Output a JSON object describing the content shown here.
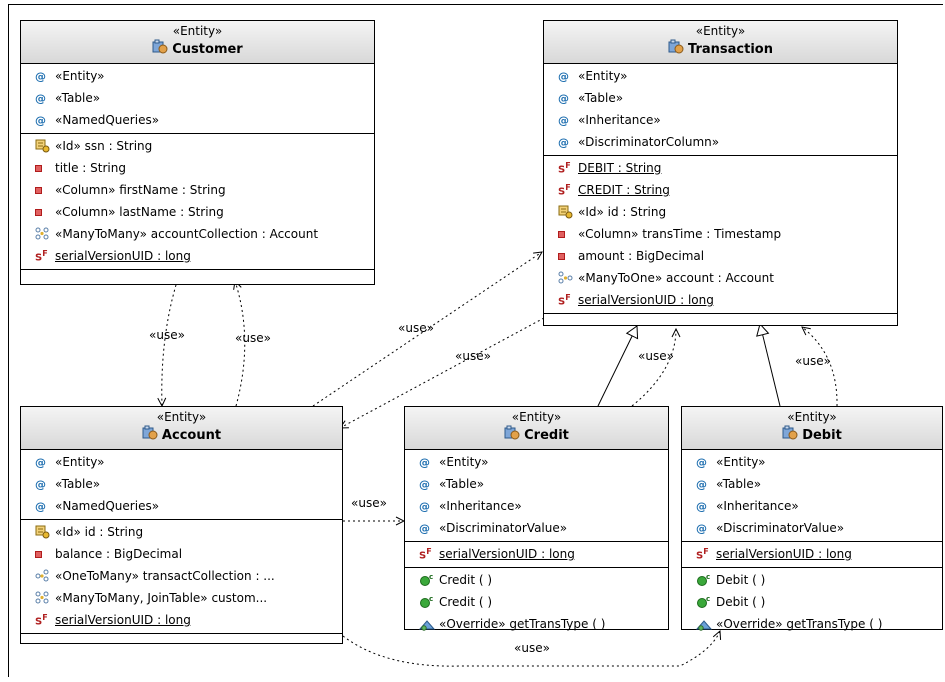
{
  "stereotype": "«Entity»",
  "classes": {
    "customer": {
      "name": "Customer",
      "annotations": [
        "«Entity»",
        "«Table»",
        "«NamedQueries»"
      ],
      "attributes": [
        {
          "icon": "id-key-icon",
          "text": "«Id» ssn : String",
          "underline": false
        },
        {
          "icon": "private-field-icon",
          "text": "title : String",
          "underline": false
        },
        {
          "icon": "private-field-icon",
          "text": "«Column» firstName : String",
          "underline": false
        },
        {
          "icon": "private-field-icon",
          "text": "«Column» lastName : String",
          "underline": false
        },
        {
          "icon": "many-to-many-icon",
          "text": "«ManyToMany» accountCollection : Account",
          "underline": false
        },
        {
          "icon": "static-final-icon",
          "text": "serialVersionUID : long",
          "underline": true
        }
      ],
      "operations": []
    },
    "transaction": {
      "name": "Transaction",
      "annotations": [
        "«Entity»",
        "«Table»",
        "«Inheritance»",
        "«DiscriminatorColumn»"
      ],
      "attributes": [
        {
          "icon": "static-final-icon",
          "text": "DEBIT : String",
          "underline": true
        },
        {
          "icon": "static-final-icon",
          "text": "CREDIT : String",
          "underline": true
        },
        {
          "icon": "id-key-icon",
          "text": "«Id» id : String",
          "underline": false
        },
        {
          "icon": "private-field-icon",
          "text": "«Column» transTime : Timestamp",
          "underline": false
        },
        {
          "icon": "private-field-icon",
          "text": "amount : BigDecimal",
          "underline": false
        },
        {
          "icon": "many-to-one-icon",
          "text": "«ManyToOne» account : Account",
          "underline": false
        },
        {
          "icon": "static-final-icon",
          "text": "serialVersionUID : long",
          "underline": true
        }
      ],
      "operations": []
    },
    "account": {
      "name": "Account",
      "annotations": [
        "«Entity»",
        "«Table»",
        "«NamedQueries»"
      ],
      "attributes": [
        {
          "icon": "id-key-icon",
          "text": "«Id» id : String",
          "underline": false
        },
        {
          "icon": "private-field-icon",
          "text": "balance : BigDecimal",
          "underline": false
        },
        {
          "icon": "one-to-many-icon",
          "text": "«OneToMany» transactCollection : ...",
          "underline": false
        },
        {
          "icon": "many-to-many-icon",
          "text": "«ManyToMany, JoinTable» custom...",
          "underline": false
        },
        {
          "icon": "static-final-icon",
          "text": "serialVersionUID : long",
          "underline": true
        }
      ],
      "operations": []
    },
    "credit": {
      "name": "Credit",
      "annotations": [
        "«Entity»",
        "«Table»",
        "«Inheritance»",
        "«DiscriminatorValue»"
      ],
      "attributes": [
        {
          "icon": "static-final-icon",
          "text": "serialVersionUID : long",
          "underline": true
        }
      ],
      "operations": [
        {
          "icon": "constructor-icon",
          "text": "Credit ( )"
        },
        {
          "icon": "constructor-icon",
          "text": "Credit ( )"
        },
        {
          "icon": "override-method-icon",
          "text": "«Override» getTransType ( )"
        }
      ]
    },
    "debit": {
      "name": "Debit",
      "annotations": [
        "«Entity»",
        "«Table»",
        "«Inheritance»",
        "«DiscriminatorValue»"
      ],
      "attributes": [
        {
          "icon": "static-final-icon",
          "text": "serialVersionUID : long",
          "underline": true
        }
      ],
      "operations": [
        {
          "icon": "constructor-icon",
          "text": "Debit ( )"
        },
        {
          "icon": "constructor-icon",
          "text": "Debit ( )"
        },
        {
          "icon": "override-method-icon",
          "text": "«Override» getTransType ( )"
        }
      ]
    }
  },
  "relations": [
    {
      "kind": "use",
      "label": "«use»",
      "from": "customer",
      "to": "account"
    },
    {
      "kind": "use",
      "label": "«use»",
      "from": "account",
      "to": "customer"
    },
    {
      "kind": "use",
      "label": "«use»",
      "from": "account",
      "to": "transaction"
    },
    {
      "kind": "use",
      "label": "«use»",
      "from": "transaction",
      "to": "account"
    },
    {
      "kind": "use",
      "label": "«use»",
      "from": "account",
      "to": "credit"
    },
    {
      "kind": "use",
      "label": "«use»",
      "from": "account",
      "to": "debit"
    },
    {
      "kind": "generalization",
      "from": "credit",
      "to": "transaction"
    },
    {
      "kind": "use",
      "label": "«use»",
      "from": "credit",
      "to": "transaction"
    },
    {
      "kind": "generalization",
      "from": "debit",
      "to": "transaction"
    },
    {
      "kind": "use",
      "label": "«use»",
      "from": "debit",
      "to": "transaction"
    }
  ],
  "colors": {
    "header_top": "#f4f4f4",
    "header_bottom": "#d8d8d8",
    "annotation_icon": "#1f6fb0",
    "field_icon": "#e06060",
    "constructor_icon": "#2e8b2e"
  }
}
